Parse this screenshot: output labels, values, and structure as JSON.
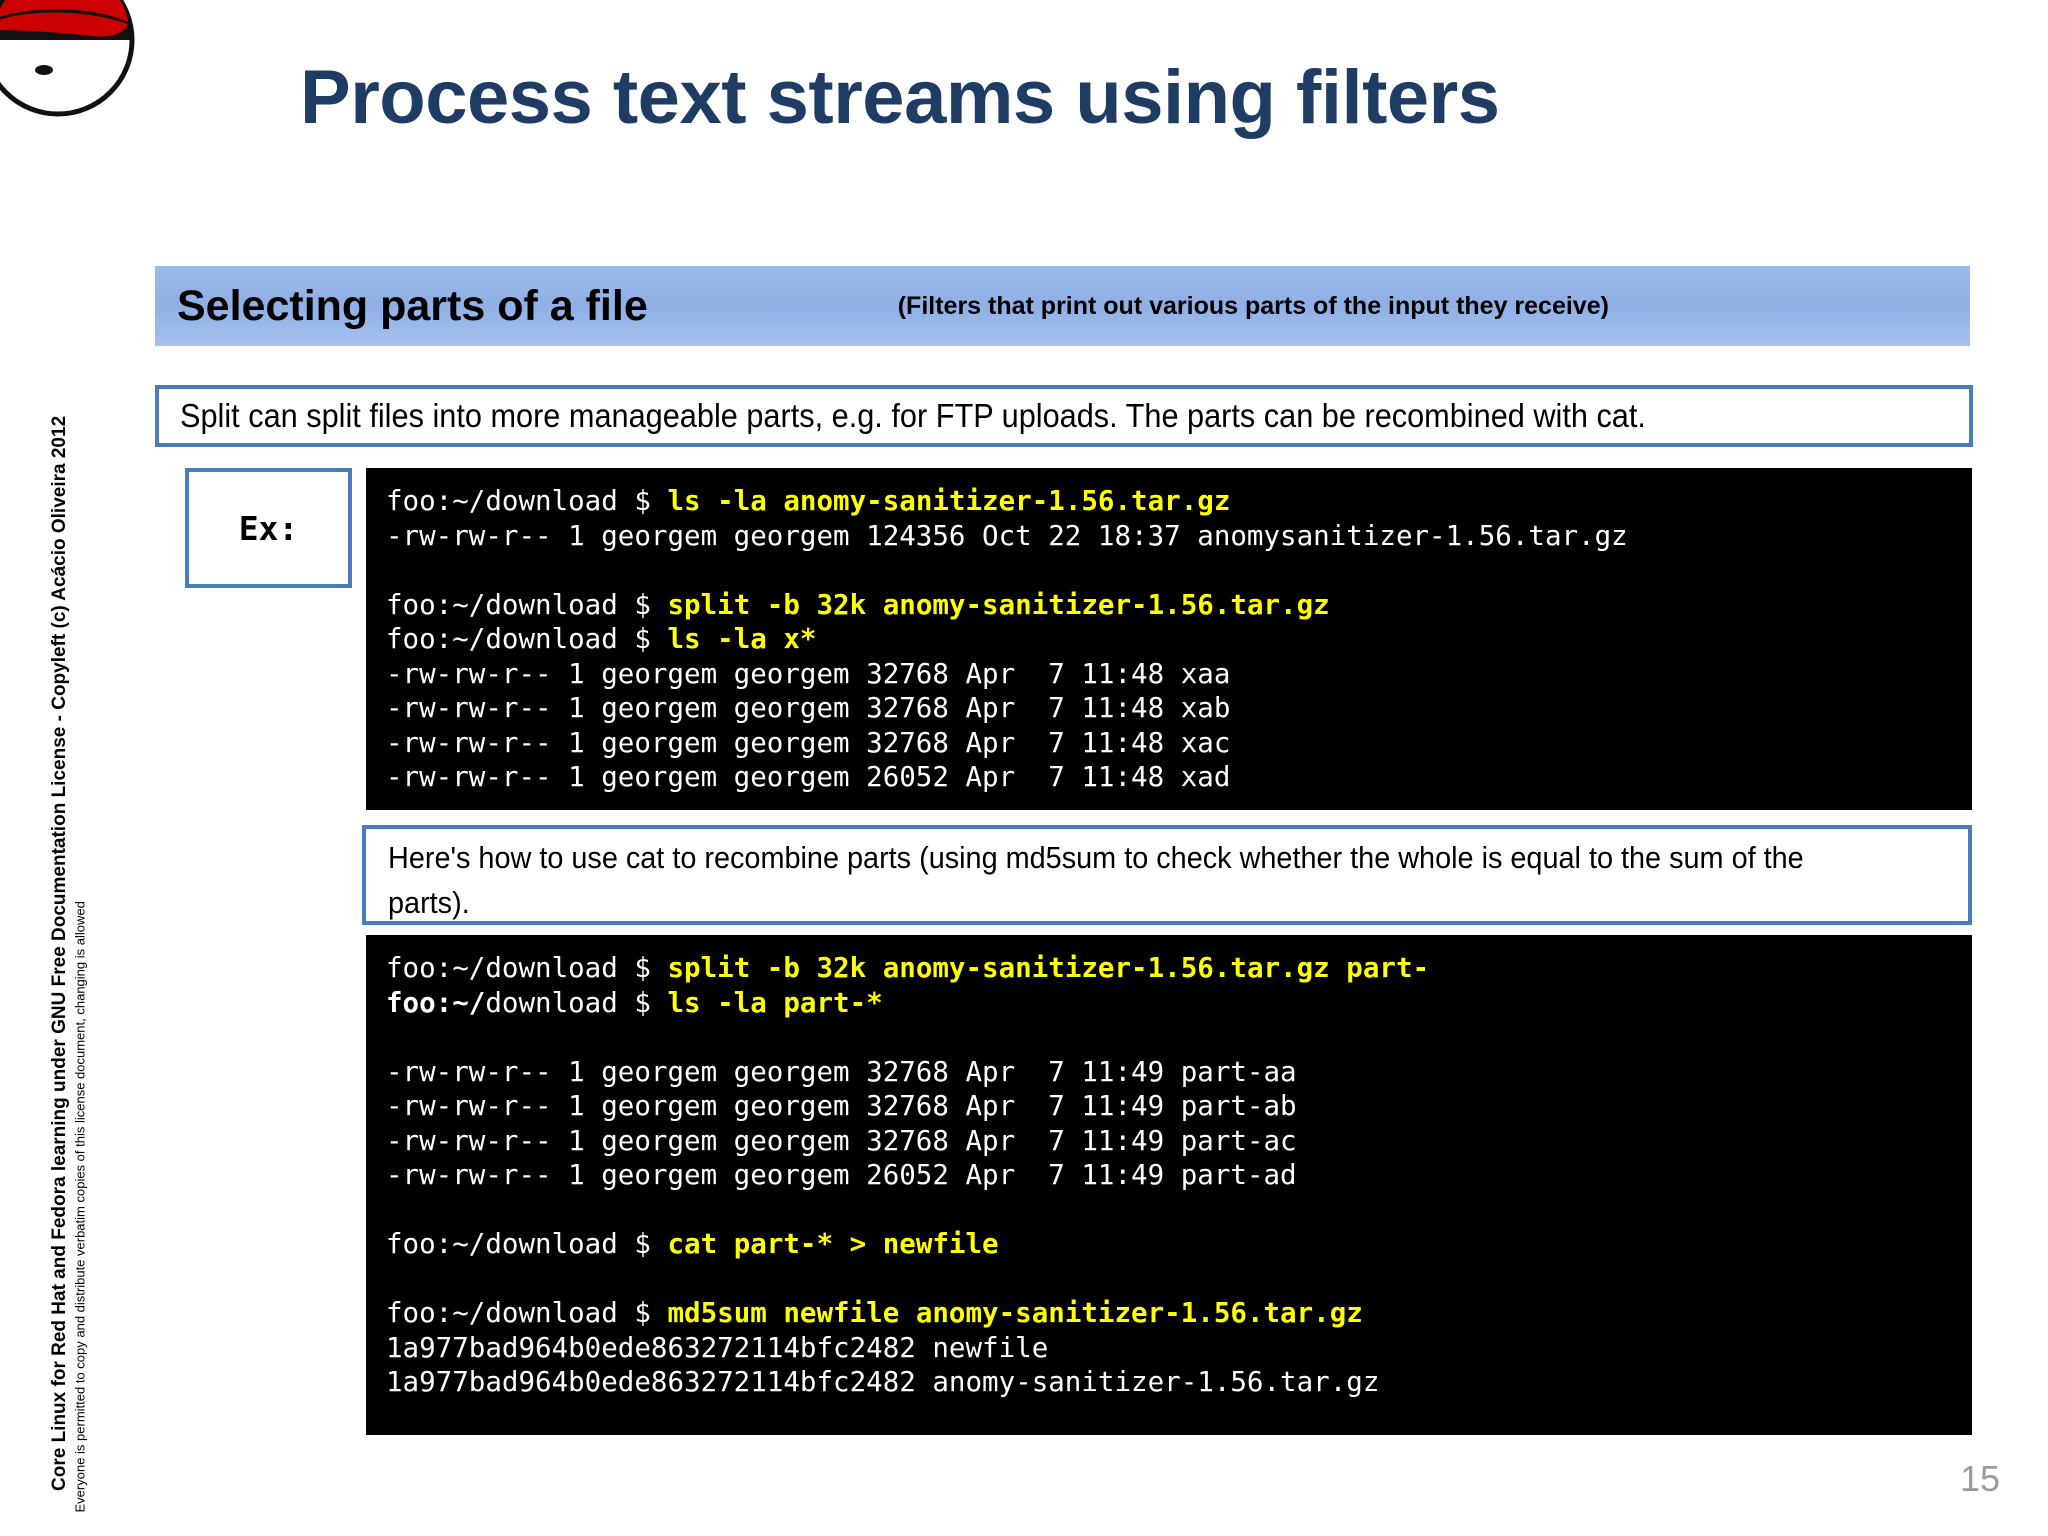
{
  "slide": {
    "title": "Process text streams using filters",
    "title_color": "#1f3c64",
    "page_number": "15"
  },
  "logo": {
    "name": "red-hat-shadowman-logo",
    "hat_color": "#cc0000"
  },
  "section": {
    "bar_color": "#93b2e8",
    "title": "Selecting parts of a file",
    "subtitle": "(Filters that print out various parts of the input they receive)"
  },
  "intro": {
    "text": "Split can split files into more manageable parts, e.g. for FTP uploads. The parts can be recombined with cat.",
    "border_color": "#4a7ebb"
  },
  "example": {
    "label": "Ex:"
  },
  "terminal_1": {
    "background": "#000000",
    "text_color": "#ffffff",
    "command_color": "#ffff00",
    "lines": [
      {
        "prompt": "foo:~/download $ ",
        "command": "ls -la anomy-sanitizer-1.56.tar.gz",
        "output": ""
      },
      {
        "prompt": "",
        "command": "",
        "output": "-rw-rw-r-- 1 georgem georgem 124356 Oct 22 18:37 anomysanitizer-1.56.tar.gz"
      },
      {
        "prompt": "",
        "command": "",
        "output": ""
      },
      {
        "prompt": "foo:~/download $ ",
        "command": "split -b 32k anomy-sanitizer-1.56.tar.gz",
        "output": ""
      },
      {
        "prompt": "foo:~/download $ ",
        "command": "ls -la x*",
        "output": ""
      },
      {
        "prompt": "",
        "command": "",
        "output": "-rw-rw-r-- 1 georgem georgem 32768 Apr  7 11:48 xaa"
      },
      {
        "prompt": "",
        "command": "",
        "output": "-rw-rw-r-- 1 georgem georgem 32768 Apr  7 11:48 xab"
      },
      {
        "prompt": "",
        "command": "",
        "output": "-rw-rw-r-- 1 georgem georgem 32768 Apr  7 11:48 xac"
      },
      {
        "prompt": "",
        "command": "",
        "output": "-rw-rw-r-- 1 georgem georgem 26052 Apr  7 11:48 xad"
      }
    ]
  },
  "recombine": {
    "text": "Here's how to use cat to recombine parts (using md5sum to check whether the whole is equal to the sum of the parts)."
  },
  "terminal_2": {
    "background": "#000000",
    "text_color": "#ffffff",
    "command_color": "#ffff00",
    "lines": [
      {
        "prompt": "foo:~/download $ ",
        "command": "split -b 32k anomy-sanitizer-1.56.tar.gz part-",
        "output": ""
      },
      {
        "prompt_bold": "foo:~/",
        "prompt": "download $ ",
        "command": "ls -la part-*",
        "output": ""
      },
      {
        "prompt": "",
        "command": "",
        "output": ""
      },
      {
        "prompt": "",
        "command": "",
        "output": "-rw-rw-r-- 1 georgem georgem 32768 Apr  7 11:49 part-aa"
      },
      {
        "prompt": "",
        "command": "",
        "output": "-rw-rw-r-- 1 georgem georgem 32768 Apr  7 11:49 part-ab"
      },
      {
        "prompt": "",
        "command": "",
        "output": "-rw-rw-r-- 1 georgem georgem 32768 Apr  7 11:49 part-ac"
      },
      {
        "prompt": "",
        "command": "",
        "output": "-rw-rw-r-- 1 georgem georgem 26052 Apr  7 11:49 part-ad"
      },
      {
        "prompt": "",
        "command": "",
        "output": ""
      },
      {
        "prompt": "foo:~/download $ ",
        "command": "cat part-* > newfile",
        "output": ""
      },
      {
        "prompt": "",
        "command": "",
        "output": ""
      },
      {
        "prompt": "foo:~/download $ ",
        "command": "md5sum newfile anomy-sanitizer-1.56.tar.gz",
        "output": ""
      },
      {
        "prompt": "",
        "command": "",
        "output": "1a977bad964b0ede863272114bfc2482 newfile"
      },
      {
        "prompt": "",
        "command": "",
        "output": "1a977bad964b0ede863272114bfc2482 anomy-sanitizer-1.56.tar.gz"
      }
    ]
  },
  "license": {
    "main": "Core Linux for Red Hat and Fedora learning under GNU Free Documentation License  -  Copyleft (c) Acácio Oliveira 2012",
    "sub": "Everyone is permitted to copy and distribute verbatim copies of this license document, changing is allowed"
  }
}
